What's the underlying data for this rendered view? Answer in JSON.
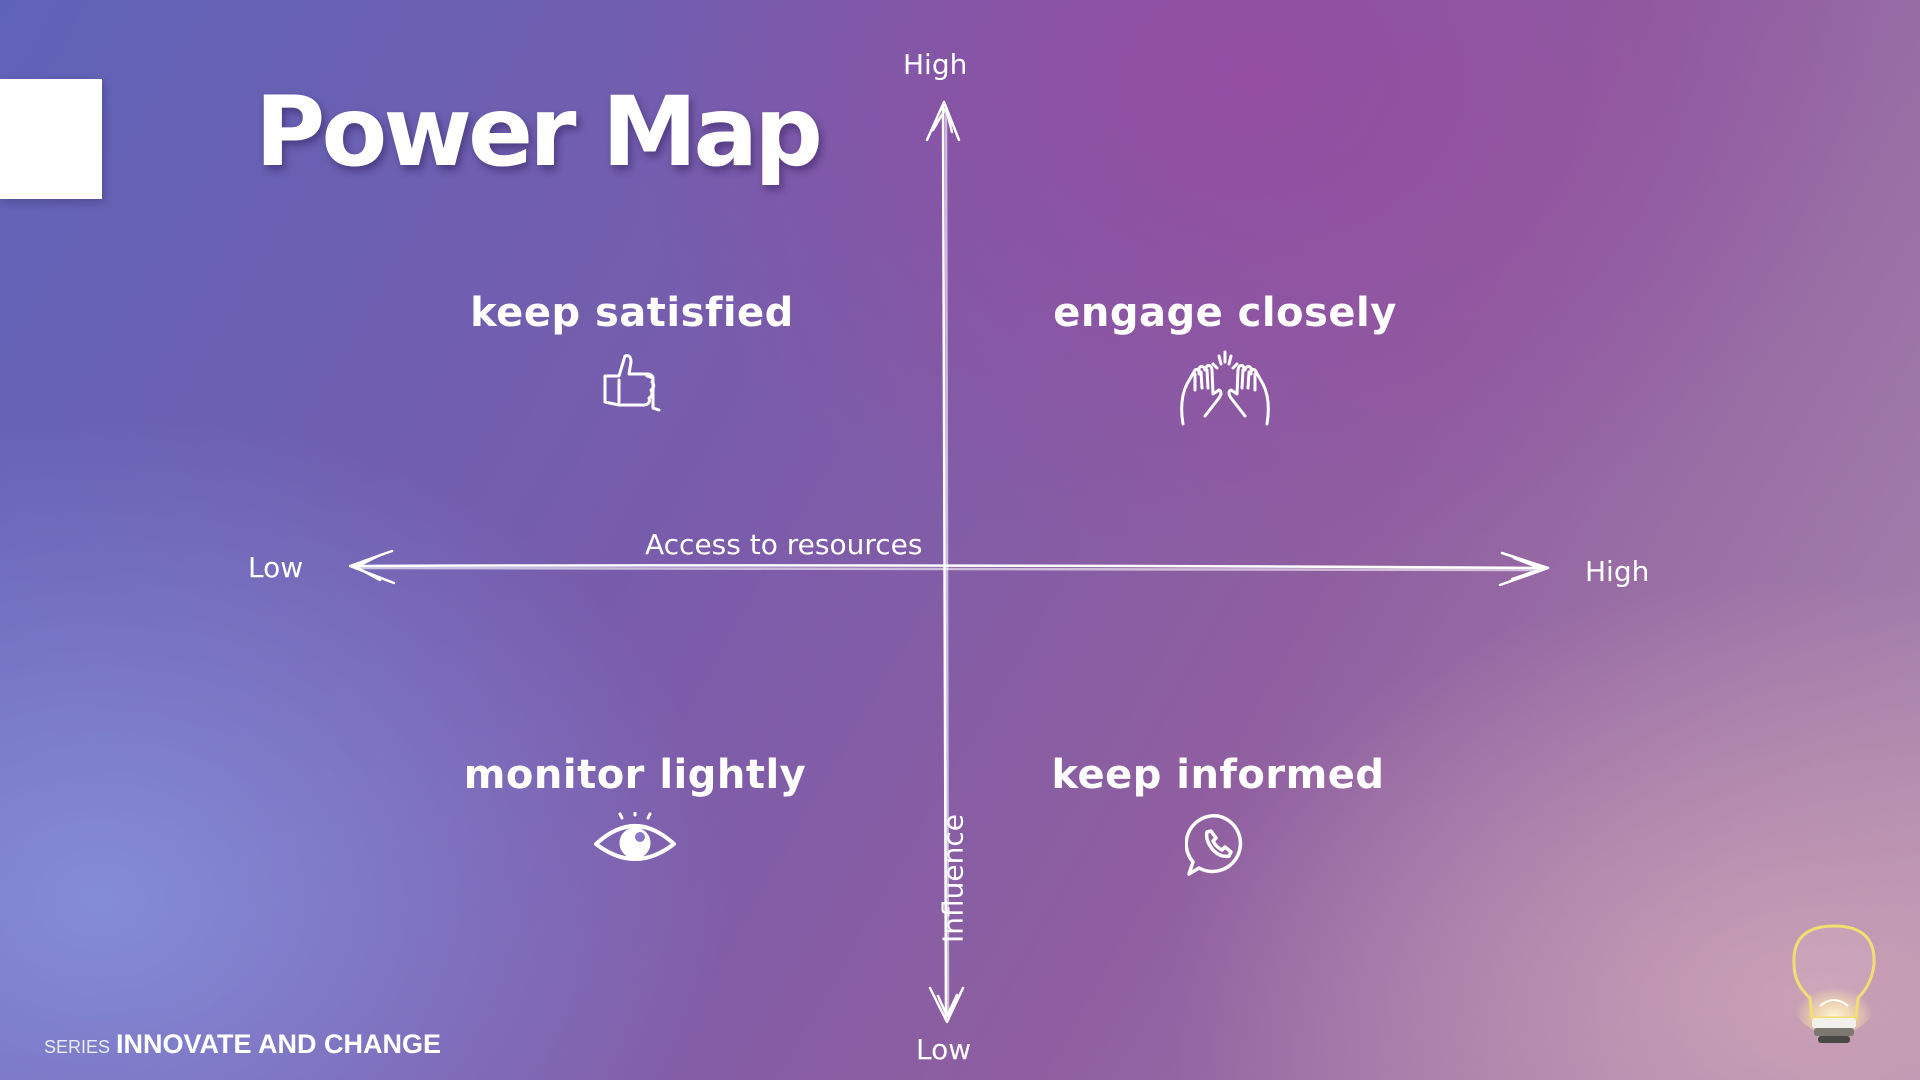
{
  "title": "Power Map",
  "axes": {
    "x": {
      "label": "Access to resources",
      "low": "Low",
      "high": "High"
    },
    "y": {
      "label": "Influence",
      "low": "Low",
      "high": "High"
    }
  },
  "quadrants": {
    "top_left": {
      "label": "keep satisfied",
      "icon": "thumbs-up-icon"
    },
    "top_right": {
      "label": "engage closely",
      "icon": "high-five-icon"
    },
    "bottom_left": {
      "label": "monitor lightly",
      "icon": "eye-icon"
    },
    "bottom_right": {
      "label": "keep informed",
      "icon": "phone-chat-icon"
    }
  },
  "footer": {
    "prefix": "SERIES",
    "series": "INNOVATE AND CHANGE"
  },
  "colors": {
    "foreground": "#ffffff",
    "bulb_glow": "#ffe9a8",
    "bulb_outline": "#f3de72"
  }
}
